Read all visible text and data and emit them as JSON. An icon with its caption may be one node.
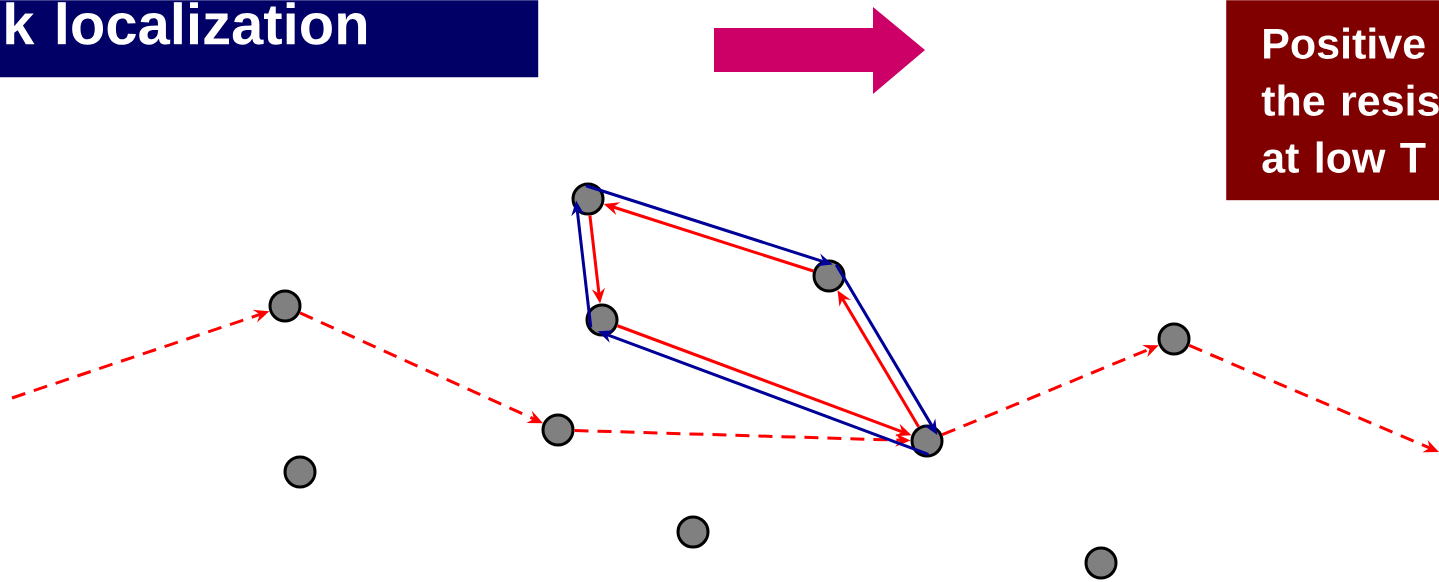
{
  "diagram": {
    "nodes": [
      {
        "text": [
          "k localization"
        ]
      },
      {
        "text": [
          "Positive the resis at low T"
        ]
      },
      {
        "text": [],
        "shape": "circle"
      },
      {
        "text": [],
        "shape": "circle"
      },
      {
        "text": [],
        "shape": "circle"
      },
      {
        "text": [],
        "shape": "circle"
      },
      {
        "text": [],
        "shape": "circle"
      },
      {
        "text": [],
        "shape": "circle"
      },
      {
        "text": [],
        "shape": "circle"
      },
      {
        "text": [],
        "shape": "circle"
      },
      {
        "text": [],
        "shape": "circle"
      },
      {
        "text": [],
        "shape": "circle"
      }
    ],
    "edges": [
      {
        "from": null,
        "to": 2,
        "arrow": "to",
        "style": "dashed"
      },
      {
        "from": 2,
        "to": 4,
        "arrow": "to",
        "style": "dashed"
      },
      {
        "from": 4,
        "to": 9,
        "arrow": "to",
        "style": "dashed"
      },
      {
        "from": 9,
        "to": 11,
        "arrow": "to",
        "style": "dashed"
      },
      {
        "from": 11,
        "to": null,
        "arrow": "to",
        "style": "dashed"
      },
      {
        "from": 9,
        "to": 8,
        "arrow": "to"
      },
      {
        "from": 8,
        "to": 5,
        "arrow": "to"
      },
      {
        "from": 5,
        "to": 6,
        "arrow": "to"
      },
      {
        "from": 6,
        "to": 9,
        "arrow": "to"
      },
      {
        "from": 5,
        "to": 8,
        "arrow": "to",
        "color": "#000099"
      },
      {
        "from": 8,
        "to": 9,
        "arrow": "to",
        "color": "#000099"
      },
      {
        "from": 9,
        "to": 6,
        "arrow": "to",
        "color": "#000099"
      },
      {
        "from": 6,
        "to": 5,
        "arrow": "to",
        "color": "#000099"
      }
    ]
  }
}
